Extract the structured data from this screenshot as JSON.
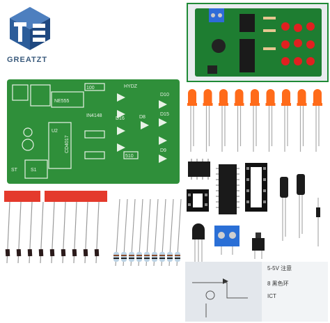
{
  "brand": {
    "name": "GREATZT",
    "logo_icon": "greatzt-cube-logo"
  },
  "board": {
    "label_top": "HYDZ",
    "ic1": "NE555",
    "ic2": "CD4017",
    "ic2_ref": "U2",
    "switch_ref": "S1",
    "st_label": "ST",
    "diode_label": "IN4148",
    "resistor_label": "100",
    "cap_label": "510",
    "led_refs": [
      "D10",
      "D15",
      "D16",
      "D8",
      "D9"
    ],
    "pcb_color": "#2f8f3a",
    "silk_color": "#e8f2e6"
  },
  "inset": {
    "led_color": "#e02020",
    "pcb_color": "#1e7d31"
  },
  "kit": {
    "led_count": 9,
    "led_color": "#ff6b1a",
    "resistor_count": 9,
    "diode_count": 9,
    "tag_color": "#e43a2c"
  },
  "doc": {
    "text1": "5-5V 注意",
    "text2": "8 黑色环",
    "text3": "ICT"
  }
}
